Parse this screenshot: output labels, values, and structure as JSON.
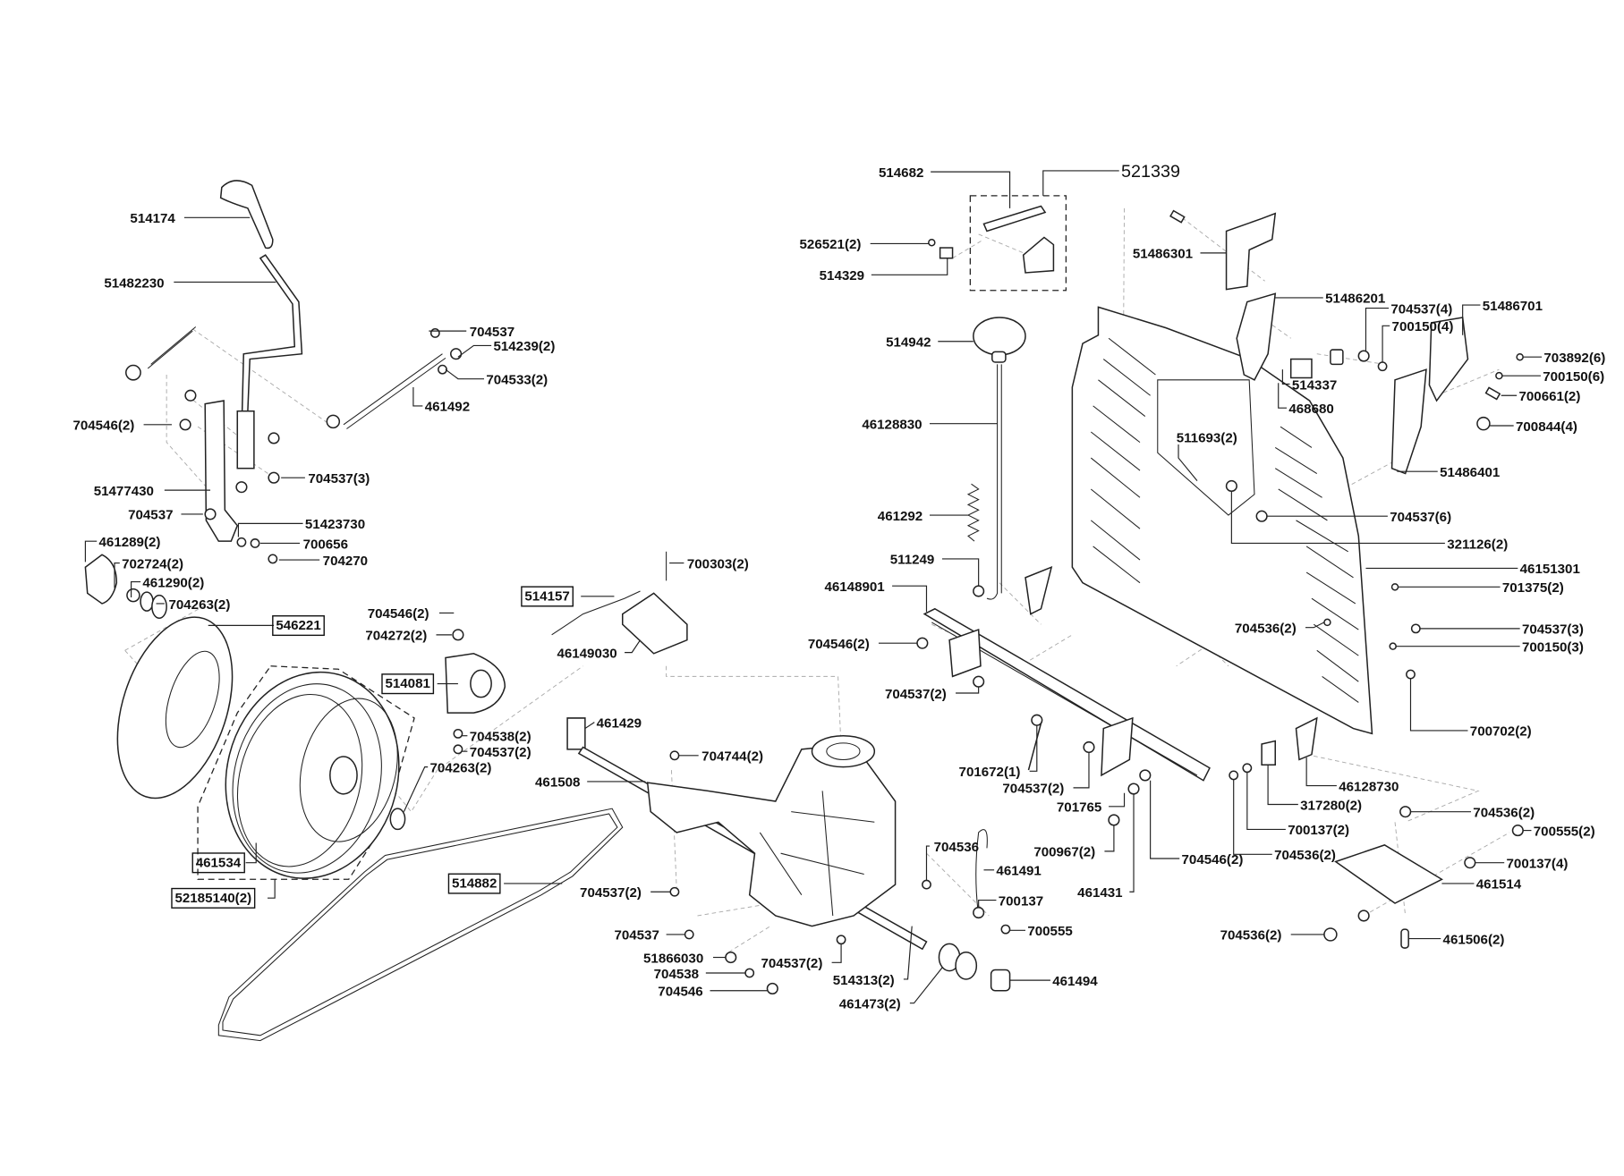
{
  "diagram": {
    "labels": [
      "514174",
      "51482230",
      "704537",
      "514239(2)",
      "704533(2)",
      "461492",
      "704546(2)",
      "704537(3)",
      "51477430",
      "704537",
      "51423730",
      "700656",
      "704270",
      "461289(2)",
      "702724(2)",
      "461290(2)",
      "704263(2)",
      "546221",
      "514081",
      "704546(2)",
      "704272(2)",
      "514157",
      "700303(2)",
      "46149030",
      "704538(2)",
      "704537(2)",
      "704263(2)",
      "461429",
      "704744(2)",
      "461508",
      "461534",
      "52185140(2)",
      "514882",
      "704537(2)",
      "704537",
      "51866030",
      "704537(2)",
      "704538",
      "704546",
      "514313(2)",
      "461473(2)",
      "461494",
      "704536",
      "461491",
      "700137",
      "700555",
      "701672(1)",
      "704537(2)",
      "701765",
      "700967(2)",
      "461431",
      "704546(2)",
      "704536(2)",
      "700137(2)",
      "317280(2)",
      "46128730",
      "700702(2)",
      "704536(2)",
      "700555(2)",
      "700137(4)",
      "461514",
      "704536(2)",
      "461506(2)",
      "704537(3)",
      "700150(3)",
      "701375(2)",
      "46151301",
      "704536(2)",
      "321126(2)",
      "704537(6)",
      "511693(2)",
      "51486401",
      "700844(4)",
      "700661(2)",
      "700150(6)",
      "703892(6)",
      "514337",
      "468680",
      "704537(4)",
      "700150(4)",
      "51486701",
      "51486201",
      "51486301",
      "514682",
      "521339",
      "526521(2)",
      "514329",
      "514942",
      "46128830",
      "461292",
      "511249",
      "46148901",
      "704546(2)",
      "704537(2)"
    ]
  }
}
